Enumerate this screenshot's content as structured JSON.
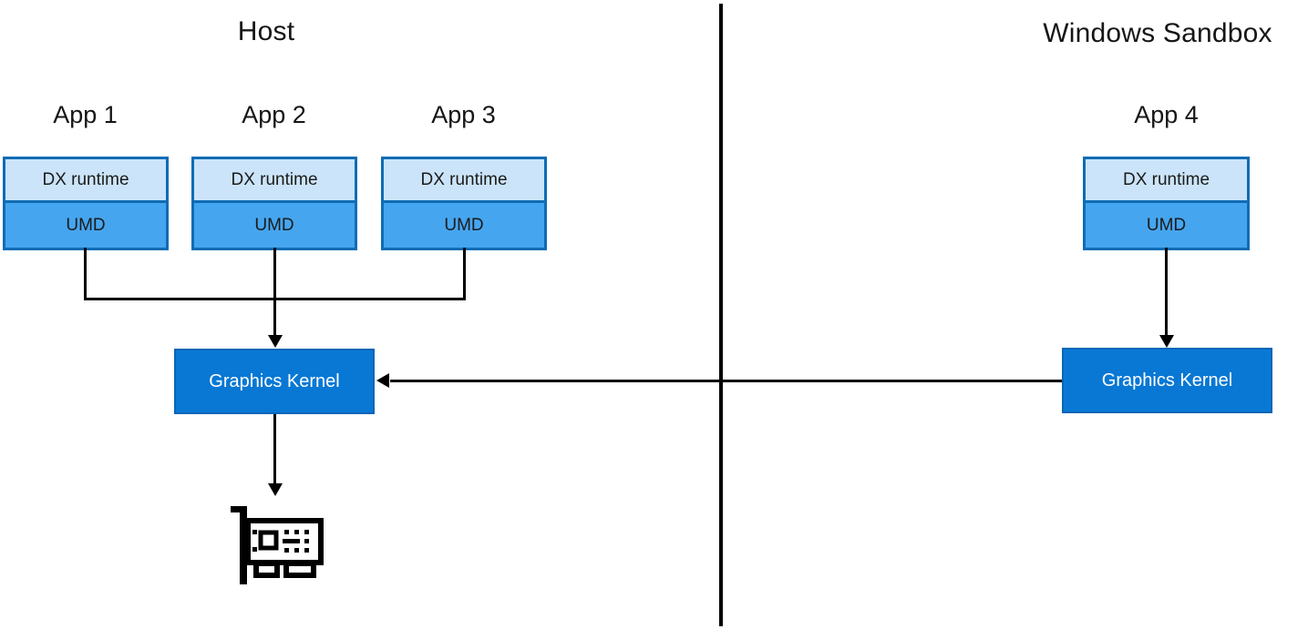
{
  "diagram": {
    "host": {
      "title": "Host",
      "apps": [
        {
          "label": "App 1",
          "dx": "DX runtime",
          "umd": "UMD"
        },
        {
          "label": "App 2",
          "dx": "DX runtime",
          "umd": "UMD"
        },
        {
          "label": "App 3",
          "dx": "DX runtime",
          "umd": "UMD"
        }
      ],
      "kernel_label": "Graphics Kernel",
      "gpu_icon": "graphics-card-icon"
    },
    "sandbox": {
      "title": "Windows Sandbox",
      "apps": [
        {
          "label": "App 4",
          "dx": "DX runtime",
          "umd": "UMD"
        }
      ],
      "kernel_label": "Graphics Kernel"
    },
    "colors": {
      "dx_runtime_fill": "#CBE4F9",
      "umd_fill": "#45A5EF",
      "app_box_border": "#0F6CB4",
      "kernel_fill": "#0878D4",
      "kernel_border": "#0A66B6",
      "kernel_text": "#ffffff",
      "connector": "#000000"
    }
  }
}
